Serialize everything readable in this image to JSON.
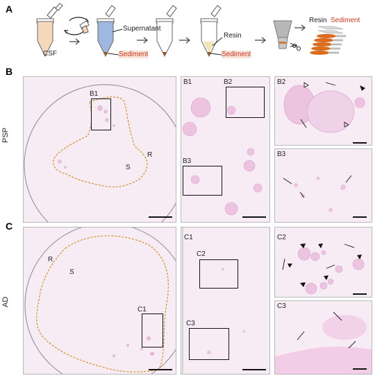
{
  "panel_letters": {
    "a": "A",
    "b": "B",
    "c": "C"
  },
  "workflow": {
    "csf": "CSF",
    "supernatant": "Supernatant",
    "sediment": "Sediment",
    "resin": "Resin",
    "resin_sediment_resin": "Resin",
    "resin_sediment_sediment": "Sediment"
  },
  "row_labels": {
    "psp": "PSP",
    "ad": "AD"
  },
  "b_labels": {
    "b1": "B1",
    "b2": "B2",
    "b3": "B3",
    "r": "R",
    "s": "S"
  },
  "c_labels": {
    "c1": "C1",
    "c2": "C2",
    "c3": "C3",
    "r": "R",
    "s": "S"
  },
  "colors": {
    "tissue": "#f7ebf4",
    "dashed_outline": "#d08a1a",
    "sediment_text": "#c8371e",
    "tube_blue": "#9fb8e0"
  }
}
